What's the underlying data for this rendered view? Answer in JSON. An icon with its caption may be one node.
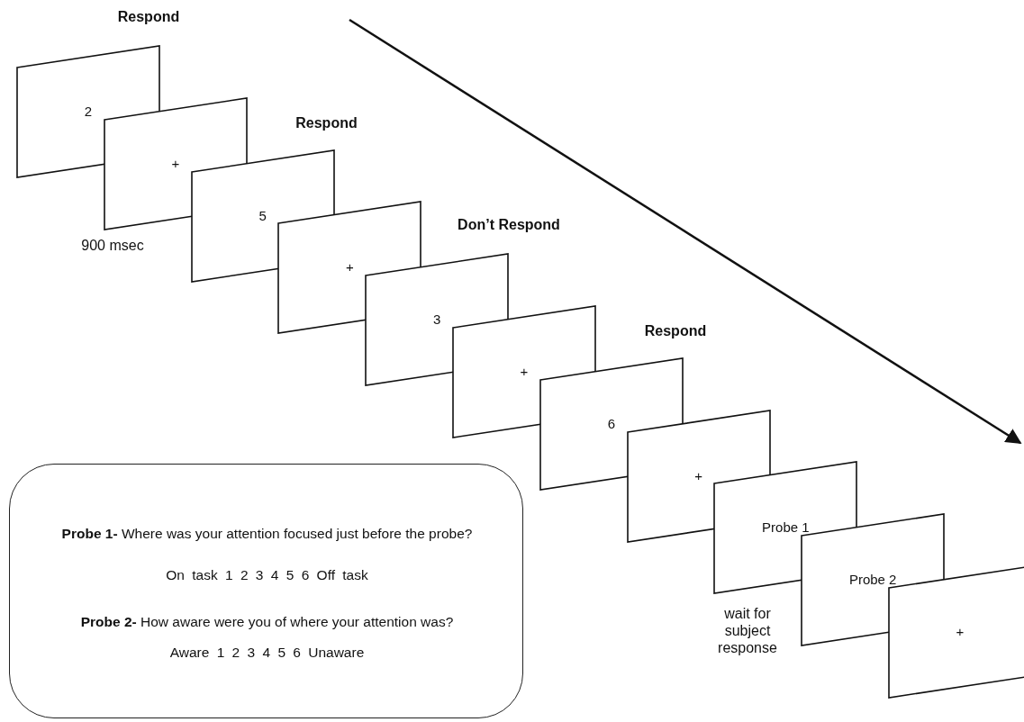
{
  "diagram": {
    "nodes": [
      {
        "text": [
          "2"
        ],
        "beside": [
          "Respond"
        ]
      },
      {
        "text": [
          "+"
        ],
        "beside": [
          "900 msec"
        ]
      },
      {
        "text": [
          "5"
        ],
        "beside": [
          "Respond"
        ]
      },
      {
        "text": [
          "+"
        ]
      },
      {
        "text": [
          "3"
        ],
        "beside": [
          "Don’t Respond"
        ]
      },
      {
        "text": [
          "+"
        ]
      },
      {
        "text": [
          "6"
        ],
        "beside": [
          "Respond"
        ]
      },
      {
        "text": [
          "+"
        ]
      },
      {
        "text": [
          "Probe 1"
        ],
        "beside": [
          "wait for subject response"
        ]
      },
      {
        "text": [
          "Probe 2"
        ]
      },
      {
        "text": [
          "+"
        ]
      },
      {
        "text": [
          "**Probe 1-** Where was your attention focused just before the probe?",
          "On task 1 2 3 4 5 6 Off task",
          "**Probe 2-** How aware were you of where your attention was?",
          "Aware 1 2 3 4 5 6 Unaware"
        ]
      }
    ],
    "edges": []
  }
}
